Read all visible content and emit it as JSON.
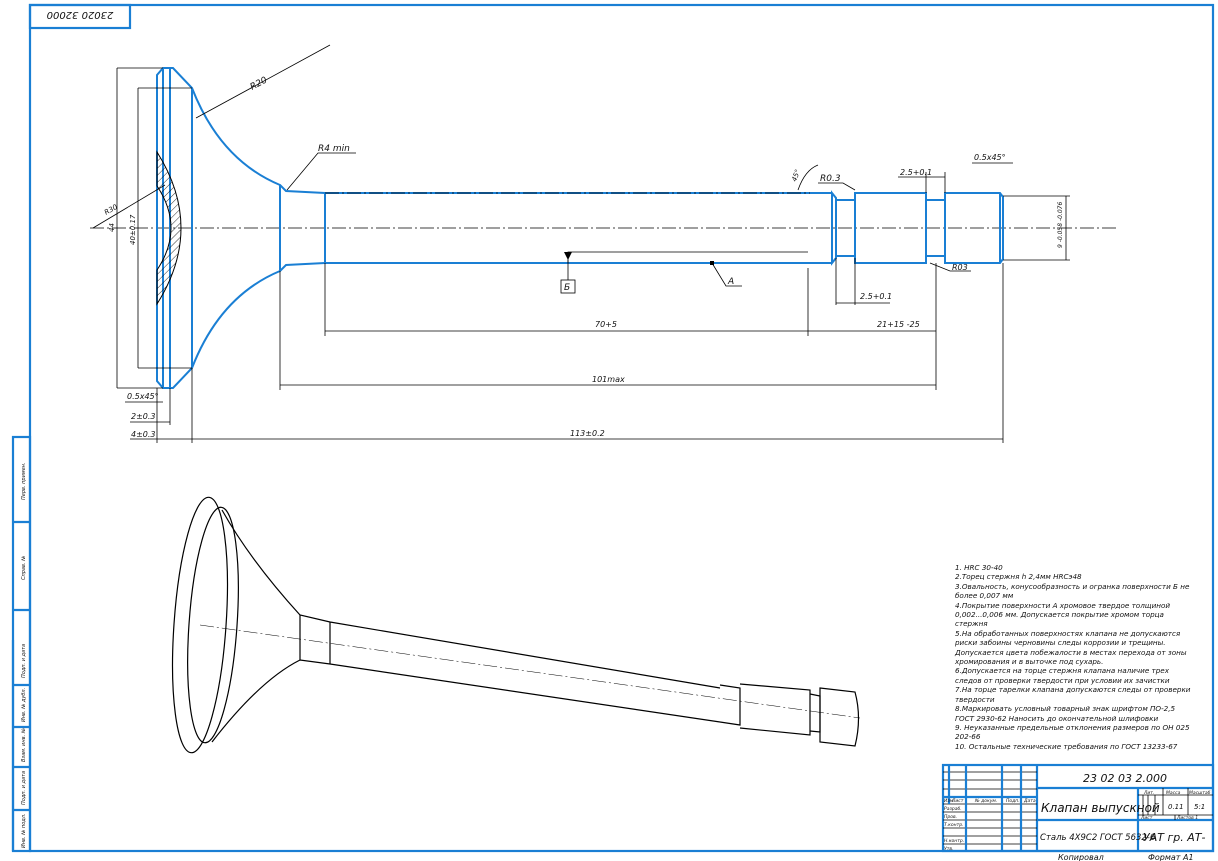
{
  "drawing": {
    "doc_code_stamp": "23020 32000",
    "dimensions": {
      "r20": "R20",
      "r4min": "R4 min",
      "r03a": "R0.3",
      "r03b": "R03",
      "angle": "45°",
      "groove1": "2.5+0.1",
      "groove2": "2.5+0.1",
      "chamfer_end": "0.5x45°",
      "stem_end_dia": "9 -0.058 -0.076",
      "len70": "70+5",
      "len21": "21+15 -25",
      "len101": "101max",
      "len113": "113±0.2",
      "head_r": "R30",
      "head_44": "44",
      "head_40": "40±0.17",
      "chamfer_head": "0.5x45°",
      "len2": "2±0.3",
      "len4": "4±0.3",
      "surface_b": "Б",
      "surface_a": "A"
    },
    "notes": [
      "1. HRC 30-40",
      "2.Торец стержня h 2,4мм HRCэ48",
      "3.Овальность, конусообразность и огранка поверхности Б не более 0,007 мм",
      "4.Покрытие поверхности А хромовое твердое толщиной 0,002...0,006 мм. Допускается покрытие хромом торца стержня",
      "5.На обработанных поверхностях клапана не допускаются риски забоины черновины следы коррозии и трещины. Допускается цвета побежалости в местах перехода от зоны хромирования и в выточке под сухарь.",
      "6.Допускается на торце стержня клапана наличие трех следов от проверки твердости при условии их зачистки",
      "7.На торце тарелки клапана допускаются следы от проверки твердости",
      "8.Маркировать условный товарный знак шрифтом ПО-2,5 ГОСТ 2930-62 Наносить до окончательной шлифовки",
      "9. Неуказанные предельные отклонения размеров по ОН 025 202-66",
      "10. Остальные технические требования по ГОСТ 13233-67"
    ],
    "side_strip": [
      "Перв. примен.",
      "Справ. №",
      "Подп. и дата",
      "Инв. № дубл.",
      "Взам. инв. №",
      "Подп. и дата",
      "Инв. № подл."
    ]
  },
  "title_block": {
    "designation": "23 02 03 2.000",
    "name": "Клапан выпускной",
    "material": "Сталь 4Х9С2 ГОСТ 5632-6",
    "org": "УАТ гр. АТ-",
    "lit": "Лит.",
    "mass_label": "Масса",
    "scale_label": "Масштаб",
    "mass": "0.11",
    "scale": "5:1",
    "sheet": "Лист",
    "sheets": "Листов 1",
    "cols": [
      "Изм.",
      "Лист",
      "№ докум.",
      "Подп.",
      "Дата"
    ],
    "rows": [
      "Разраб.",
      "Пров.",
      "Т.контр.",
      "Н.контр.",
      "Утв."
    ],
    "copied": "Копировал",
    "format": "Формат  A1"
  },
  "colors": {
    "outline": "#1a7fd4",
    "frame": "#1a7fd4"
  }
}
